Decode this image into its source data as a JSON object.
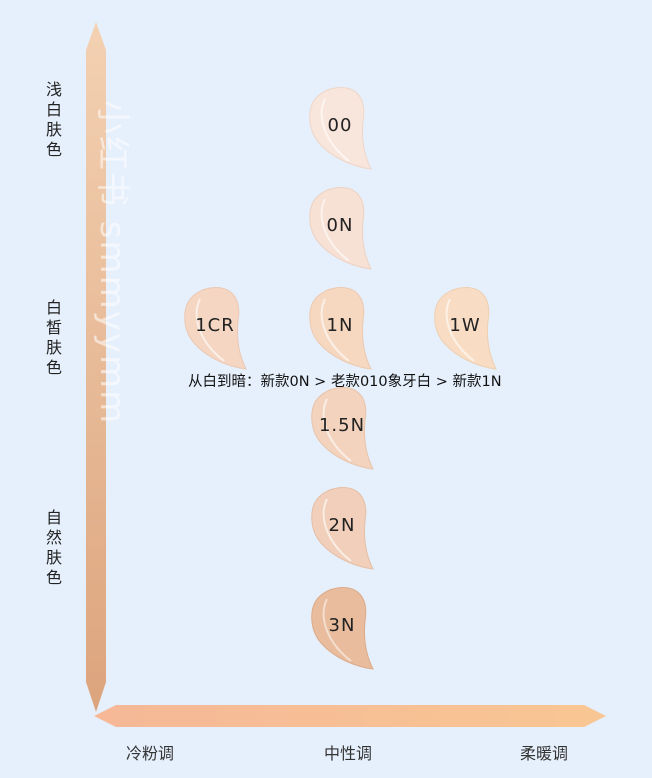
{
  "diagram": {
    "y_axis": {
      "labels": [
        "浅白肤色",
        "白皙肤色",
        "自然肤色"
      ],
      "color_top": "#f3cfad",
      "color_bottom": "#dca57e"
    },
    "x_axis": {
      "labels": [
        "冷粉调",
        "中性调",
        "柔暖调"
      ],
      "color_left": "#f6b896",
      "color_right": "#f8c492"
    },
    "swatches": [
      {
        "label": "00",
        "color": "#f8e4da"
      },
      {
        "label": "0N",
        "color": "#f7e0d4"
      },
      {
        "label": "1CR",
        "color": "#f5d5c2"
      },
      {
        "label": "1N",
        "color": "#f6d7c0"
      },
      {
        "label": "1W",
        "color": "#f8dcc3"
      },
      {
        "label": "1.5N",
        "color": "#f3d2bc"
      },
      {
        "label": "2N",
        "color": "#f1cfb9"
      },
      {
        "label": "3N",
        "color": "#e8bb9c"
      }
    ],
    "note": "从白到暗：新款0N > 老款010象牙白 > 新款1N",
    "watermark": "小红书 smmyymm"
  }
}
